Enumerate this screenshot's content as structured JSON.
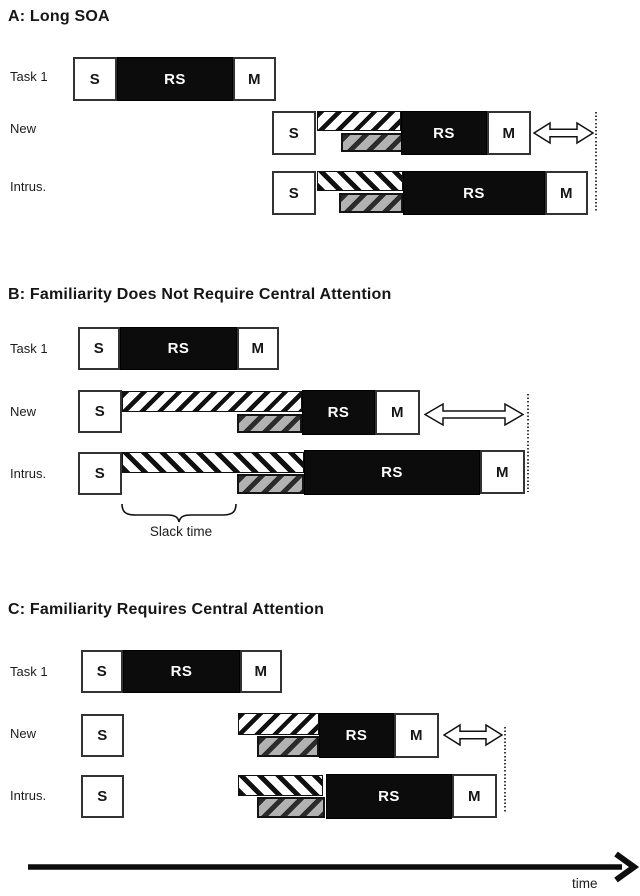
{
  "labels": {
    "task1": "Task 1",
    "new": "New",
    "intrus": "Intrus.",
    "stimulus": "S",
    "response_selection": "RS",
    "motor": "M",
    "slack": "Slack time",
    "time": "time"
  },
  "panels": {
    "a": {
      "title": "A: Long SOA"
    },
    "b": {
      "title": "B: Familiarity Does Not Require Central Attention"
    },
    "c": {
      "title": "C: Familiarity Requires Central Attention"
    }
  },
  "colors": {
    "foreground": "#111111",
    "rs_box_fill": "#0c0c0c",
    "box_fill": "#ffffff",
    "gray_hatch_fill": "#b2b2b2",
    "background": "#ffffff"
  }
}
